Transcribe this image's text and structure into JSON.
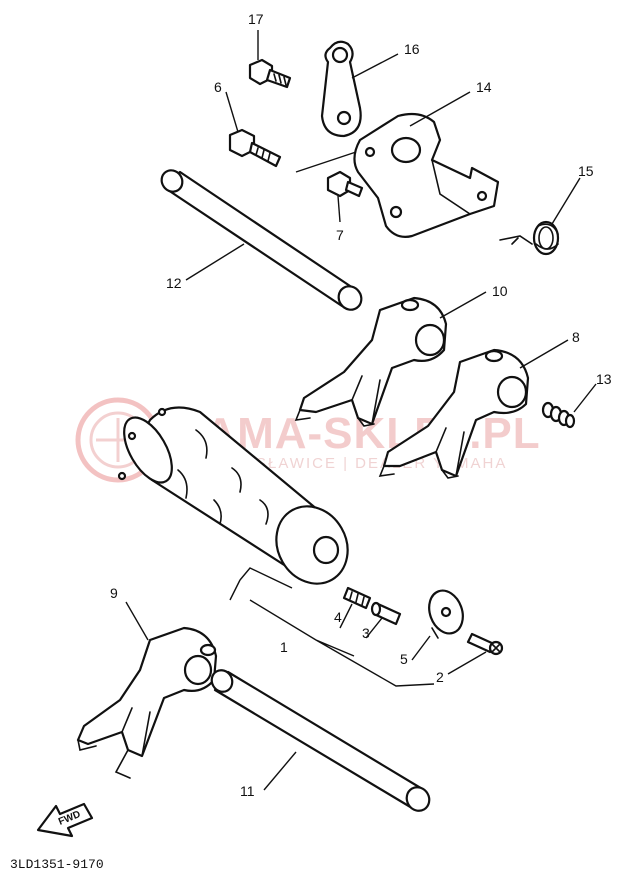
{
  "labels": {
    "p1": "1",
    "p2": "2",
    "p3": "3",
    "p4": "4",
    "p5": "5",
    "p6": "6",
    "p7": "7",
    "p8": "8",
    "p9": "9",
    "p10": "10",
    "p11": "11",
    "p12": "12",
    "p13": "13",
    "p14": "14",
    "p15": "15",
    "p16": "16",
    "p17": "17"
  },
  "watermark": {
    "main": "YAMA-SKLEP.PL",
    "sub": "WODZISŁAWICE | DEALER YAMAHA"
  },
  "fwd_label": "FWD",
  "diagram_code": "3LD1351-9170",
  "colors": {
    "line": "#111111",
    "watermark": "#f0c0c0",
    "background": "#ffffff"
  }
}
